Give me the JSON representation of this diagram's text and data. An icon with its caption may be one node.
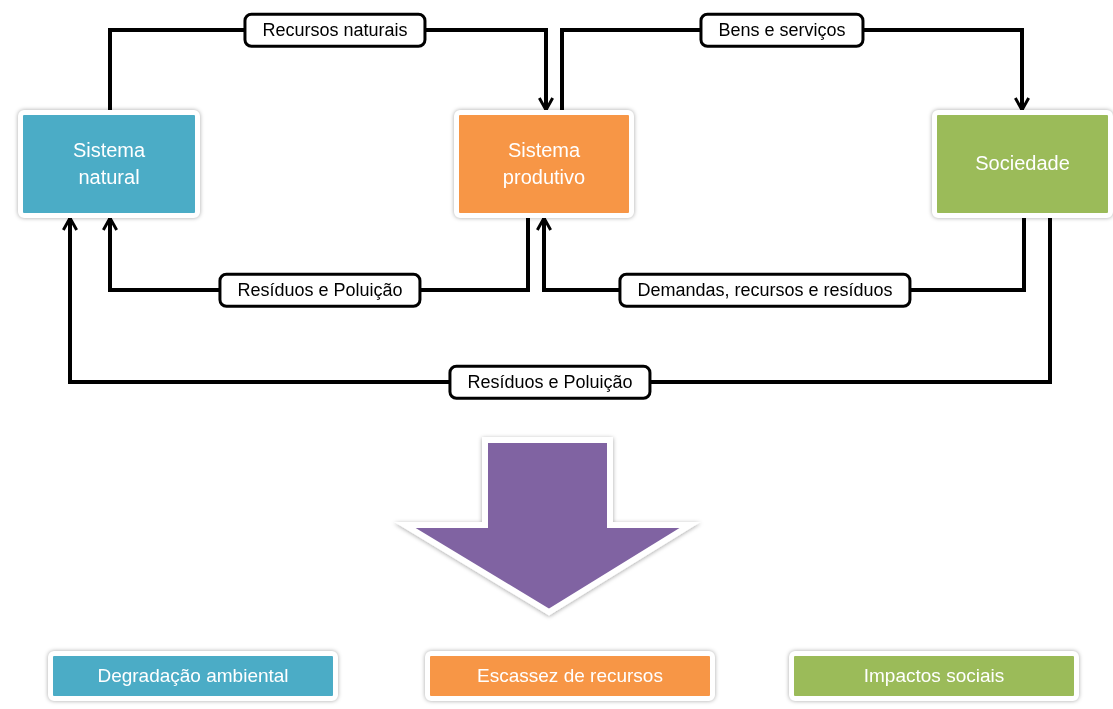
{
  "diagram": {
    "nodes": [
      {
        "text": [
          "Sistema natural"
        ]
      },
      {
        "text": [
          "Sistema produtivo"
        ]
      },
      {
        "text": [
          "Sociedade"
        ]
      },
      {
        "text": [
          "Degradação ambiental"
        ]
      },
      {
        "text": [
          "Escassez de recursos"
        ]
      },
      {
        "text": [
          "Impactos sociais"
        ]
      }
    ],
    "edges": [
      {
        "from": 0,
        "to": 1,
        "arrow": "to",
        "label": "Recursos naturais"
      },
      {
        "from": 1,
        "to": 2,
        "arrow": "to",
        "label": "Bens e serviços"
      },
      {
        "from": 1,
        "to": 0,
        "arrow": "to",
        "label": "Resíduos e Poluição"
      },
      {
        "from": 2,
        "to": 1,
        "arrow": "to",
        "label": "Demandas, recursos e resíduos"
      },
      {
        "from": 2,
        "to": 0,
        "arrow": "to",
        "label": "Resíduos e Poluição"
      }
    ]
  }
}
